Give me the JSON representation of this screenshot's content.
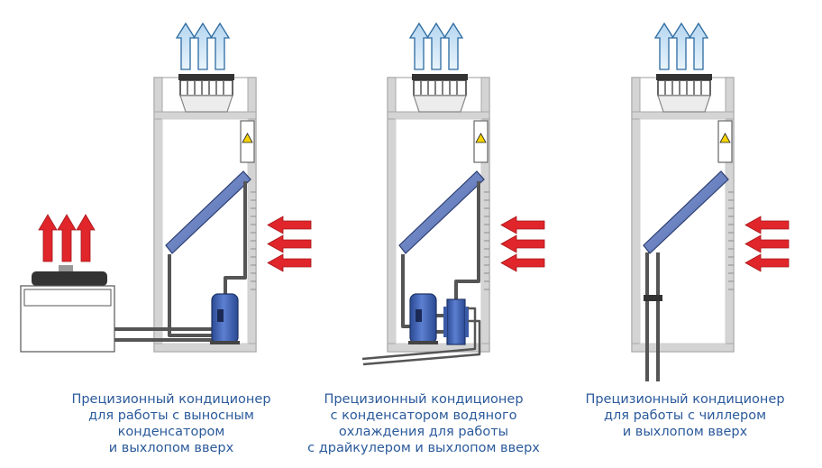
{
  "units": [
    {
      "id": "remote-condenser",
      "caption_lines": [
        "Прецизионный кондиционер",
        "для работы с выносным",
        "конденсатором",
        "и выхлопом вверх"
      ]
    },
    {
      "id": "water-cooled",
      "caption_lines": [
        "Прецизионный кондиционер",
        "с конденсатором водяного",
        "охлаждения для работы",
        "с драйкулером и выхлопом вверх"
      ]
    },
    {
      "id": "chiller",
      "caption_lines": [
        "Прецизионный кондиционер",
        "для работы с чиллером",
        "и выхлопом вверх"
      ]
    }
  ],
  "colors": {
    "caption_text": "#2b5a9b",
    "cold_arrow_fill": "#cfe6f7",
    "cold_arrow_stroke": "#2b6aa0",
    "hot_arrow": "#e0262b",
    "coil": "#6f86c4",
    "compressor": "#3b5fb0",
    "frame": "#cfcfcf",
    "pipe": "#555555",
    "warning": "#f5d200"
  },
  "icons": [
    "cold-air-outflow-arrow-icon",
    "hot-air-exhaust-arrow-icon",
    "hot-air-intake-arrow-icon",
    "warning-triangle-icon",
    "compressor-icon",
    "fan-icon",
    "cooling-coil-icon",
    "outdoor-condenser-icon",
    "plate-heat-exchanger-icon"
  ]
}
